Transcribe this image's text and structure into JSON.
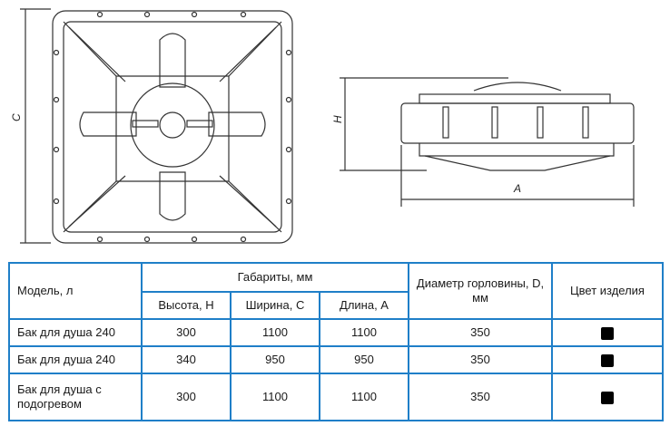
{
  "drawing": {
    "label_c": "C",
    "label_h": "H",
    "label_a": "A"
  },
  "table": {
    "header": {
      "model": "Модель, л",
      "dimensions": "Габариты, мм",
      "height": "Высота, H",
      "width": "Ширина, C",
      "length": "Длина, A",
      "neck_diameter": "Диаметр горловины, D, мм",
      "color": "Цвет изделия"
    },
    "rows": [
      {
        "model": "Бак для душа 240",
        "height": "300",
        "width": "1100",
        "length": "1100",
        "diameter": "350",
        "color": "#000000"
      },
      {
        "model": "Бак для душа 240",
        "height": "340",
        "width": "950",
        "length": "950",
        "diameter": "350",
        "color": "#000000"
      },
      {
        "model": "Бак для душа с подогревом",
        "height": "300",
        "width": "1100",
        "length": "1100",
        "diameter": "350",
        "color": "#000000"
      }
    ]
  }
}
